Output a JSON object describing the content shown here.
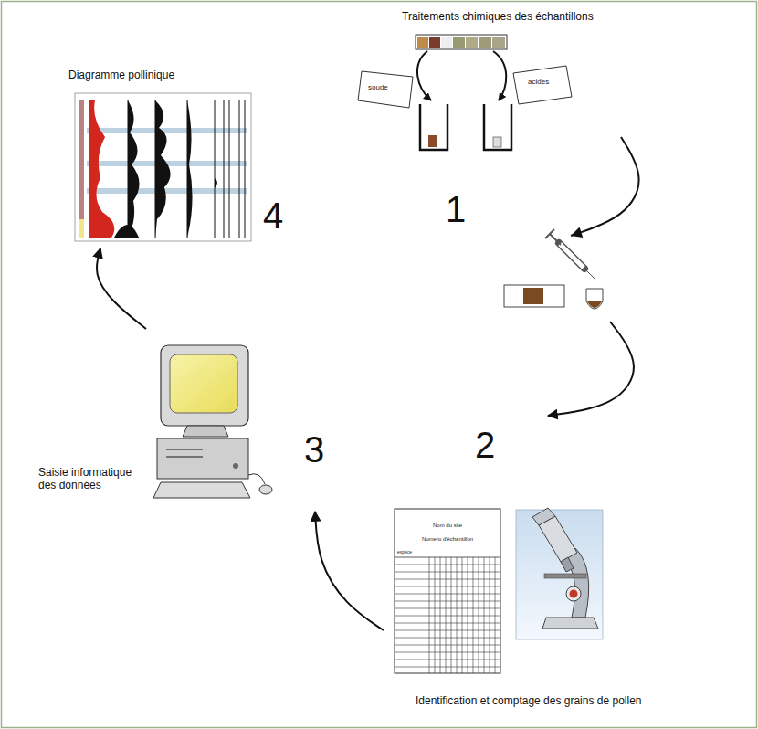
{
  "diagram": {
    "nodes": [
      {
        "text": [
          "Traitements chimiques des échantillons",
          "1"
        ]
      },
      {
        "text": [
          "2",
          "Identification et comptage des grains de pollen"
        ]
      },
      {
        "text": [
          "Saisie informatique des données",
          "3"
        ]
      },
      {
        "text": [
          "Diagramme pollinique",
          "4"
        ]
      }
    ],
    "edges": [
      {
        "from": 0,
        "to": 1,
        "arrow": "to"
      },
      {
        "from": 1,
        "to": 2,
        "arrow": "to"
      },
      {
        "from": 2,
        "to": 3,
        "arrow": "to"
      }
    ],
    "labels": [
      "soude",
      "acides",
      "Nom du site",
      "Numero d'échantillon",
      "espèce"
    ]
  }
}
